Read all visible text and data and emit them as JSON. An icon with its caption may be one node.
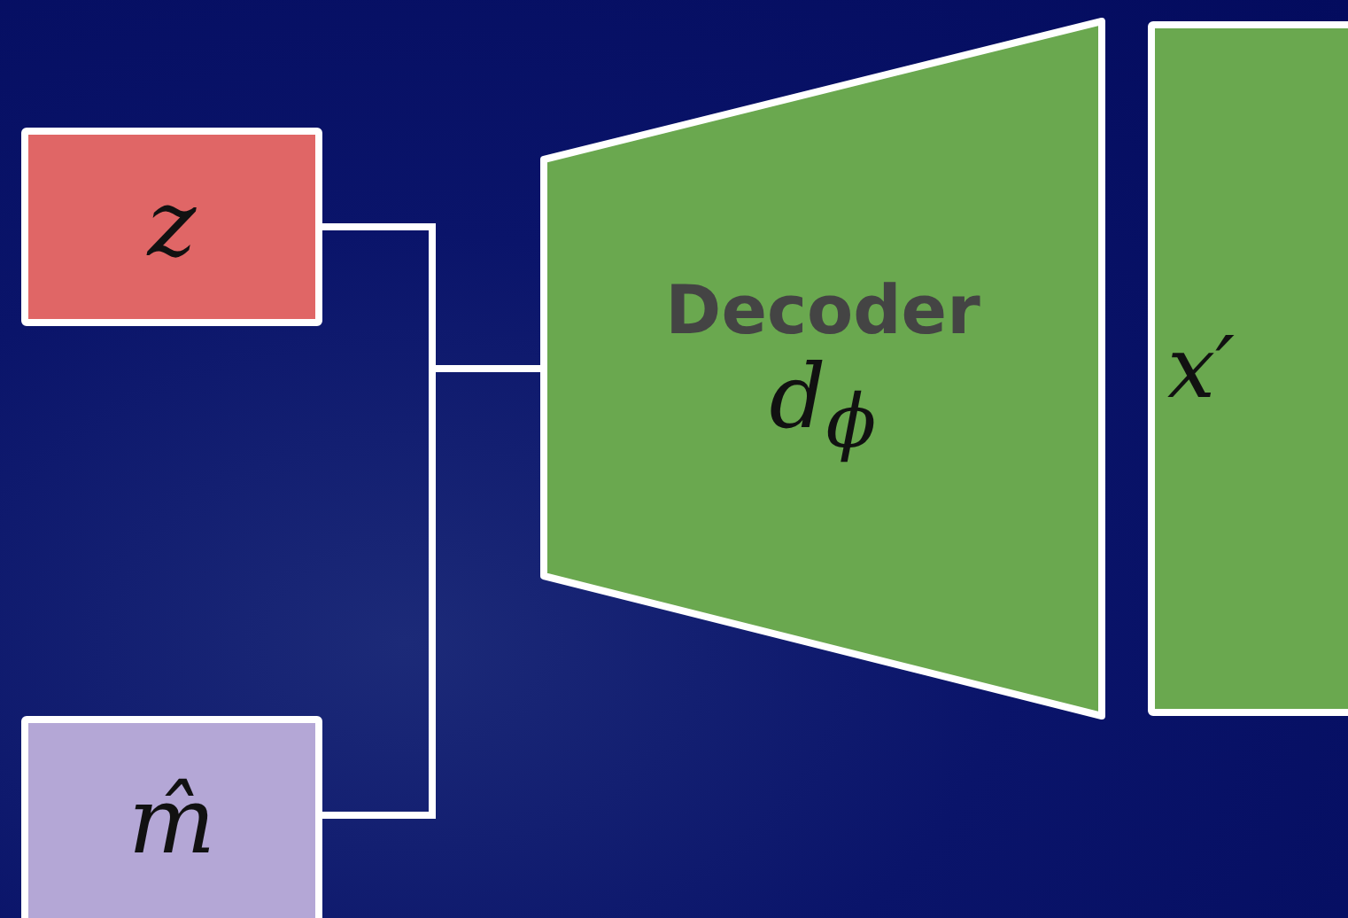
{
  "diagram": {
    "nodes": [
      {
        "text": [
          "z"
        ]
      },
      {
        "text": [
          "m̂"
        ]
      },
      {
        "text": [
          "Decoder",
          "d$_{ϕ}$"
        ]
      },
      {
        "text": [
          "x′"
        ]
      }
    ],
    "edges": [
      {
        "from": 0,
        "to": 2,
        "arrow": "none"
      },
      {
        "from": 1,
        "to": 2,
        "arrow": "none"
      }
    ]
  }
}
